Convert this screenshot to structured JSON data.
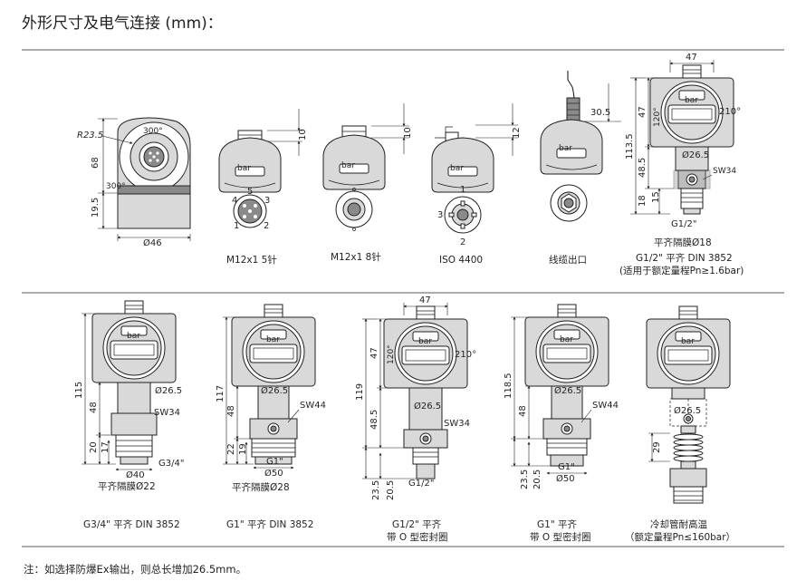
{
  "title": "外形尺寸及电气连接 (mm)：",
  "footnote": "注：如选择防爆Ex输出，则总长增加26.5mm。",
  "unit_label": "bar",
  "top_row": {
    "side_view": {
      "r": "R23.5",
      "angle_top": "300°",
      "angle_left": "300°",
      "h68": "68",
      "h195": "19.5",
      "dia": "Ø46"
    },
    "m12_5": {
      "dim": "10",
      "pins": [
        "1",
        "2",
        "3",
        "4",
        "5"
      ],
      "caption": "M12x1   5针"
    },
    "m12_8": {
      "dim": "10",
      "caption": "M12x1   8针"
    },
    "iso": {
      "dim": "12",
      "pins": [
        "1",
        "2",
        "3"
      ],
      "caption": "ISO 4400"
    },
    "cable": {
      "dim": "30.5",
      "caption": "线缆出口"
    },
    "g12_flush": {
      "w": "47",
      "h47": "47",
      "ang120": "120°",
      "ang210": "210°",
      "h1135": "113.5",
      "h485": "48.5",
      "dia265": "Ø26.5",
      "sw": "SW34",
      "h18": "18",
      "h15": "15",
      "thread": "G1/2\"",
      "cap1": "平齐隔膜Ø18",
      "cap2": "G1/2\" 平齐 DIN 3852",
      "cap3": "(适用于额定量程Pn≥1.6bar)"
    }
  },
  "bottom_row": {
    "g34": {
      "h115": "115",
      "h48": "48",
      "dia265": "Ø26.5",
      "sw": "SW34",
      "h20": "20",
      "h17": "17",
      "thread": "G3/4\"",
      "dia40": "Ø40",
      "cap_diaph": "平齐隔膜Ø22",
      "caption": "G3/4\" 平齐 DIN 3852"
    },
    "g1": {
      "h117": "117",
      "h48": "48",
      "dia265": "Ø26.5",
      "sw": "SW44",
      "h22": "22",
      "h19": "19",
      "thread": "G1\"",
      "dia50": "Ø50",
      "cap_diaph": "平齐隔膜Ø28",
      "caption": "G1\" 平齐 DIN 3852"
    },
    "g12_oring": {
      "w": "47",
      "h47": "47",
      "ang120": "120°",
      "ang210": "210°",
      "h119": "119",
      "h485": "48.5",
      "dia265": "Ø26.5",
      "sw": "SW34",
      "h235": "23.5",
      "h205": "20.5",
      "thread": "G1/2\"",
      "cap1": "G1/2\" 平齐",
      "cap2": "带 O 型密封圈"
    },
    "g1_oring": {
      "h1185": "118.5",
      "h48": "48",
      "dia265": "Ø26.5",
      "sw": "SW44",
      "h235": "23.5",
      "h205": "20.5",
      "thread": "G1\"",
      "dia50": "Ø50",
      "cap1": "G1\" 平齐",
      "cap2": "带 O 型密封圈"
    },
    "cooling": {
      "dia265": "Ø26.5",
      "h29": "29",
      "cap1": "冷却管耐高温",
      "cap2": "（额定量程Pn≤160bar）"
    }
  }
}
